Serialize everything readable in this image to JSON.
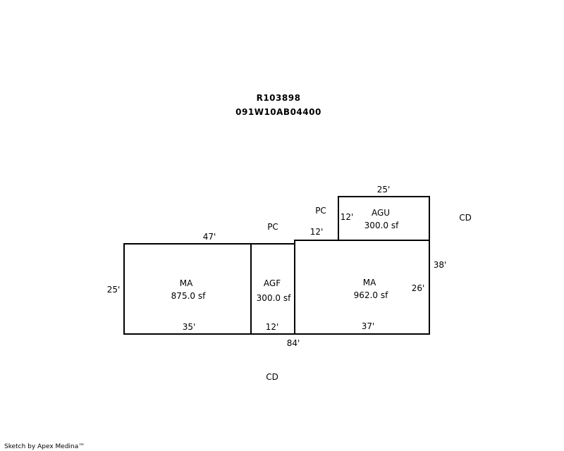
{
  "header": {
    "parcel_id": "R103898",
    "map_number": "091W10AB04400"
  },
  "areas": [
    {
      "code": "MA",
      "area": "875.0 sf"
    },
    {
      "code": "AGF",
      "area": "300.0 sf"
    },
    {
      "code": "MA",
      "area": "962.0 sf"
    },
    {
      "code": "AGU",
      "area": "300.0 sf"
    }
  ],
  "dimensions": {
    "left_height": "25'",
    "top_47": "47'",
    "bottom_35": "35'",
    "bottom_12": "12'",
    "bottom_37": "37'",
    "total_84": "84'",
    "step_12": "12'",
    "agu_width": "25'",
    "agu_height": "12'",
    "right_38": "38'",
    "inner_26": "26'"
  },
  "labels": {
    "pc_1": "PC",
    "pc_2": "PC",
    "cd_1": "CD",
    "cd_2": "CD"
  },
  "footer": {
    "credit": "Sketch by Apex Medina™"
  }
}
